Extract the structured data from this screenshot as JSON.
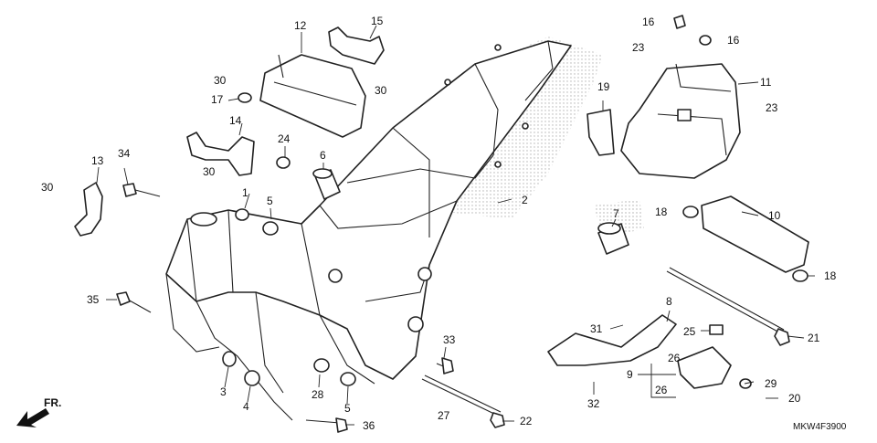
{
  "diagram": {
    "code": "MKW4F3900",
    "direction_label": "FR.",
    "callouts": [
      {
        "id": "c1",
        "label": "1"
      },
      {
        "id": "c2",
        "label": "2"
      },
      {
        "id": "c3",
        "label": "3"
      },
      {
        "id": "c4",
        "label": "4"
      },
      {
        "id": "c5a",
        "label": "5"
      },
      {
        "id": "c5b",
        "label": "5"
      },
      {
        "id": "c6",
        "label": "6"
      },
      {
        "id": "c7",
        "label": "7"
      },
      {
        "id": "c8",
        "label": "8"
      },
      {
        "id": "c9",
        "label": "9"
      },
      {
        "id": "c10",
        "label": "10"
      },
      {
        "id": "c11",
        "label": "11"
      },
      {
        "id": "c12",
        "label": "12"
      },
      {
        "id": "c13",
        "label": "13"
      },
      {
        "id": "c14",
        "label": "14"
      },
      {
        "id": "c15",
        "label": "15"
      },
      {
        "id": "c16a",
        "label": "16"
      },
      {
        "id": "c16b",
        "label": "16"
      },
      {
        "id": "c17",
        "label": "17"
      },
      {
        "id": "c18a",
        "label": "18"
      },
      {
        "id": "c18b",
        "label": "18"
      },
      {
        "id": "c19",
        "label": "19"
      },
      {
        "id": "c20",
        "label": "20"
      },
      {
        "id": "c21",
        "label": "21"
      },
      {
        "id": "c22",
        "label": "22"
      },
      {
        "id": "c23a",
        "label": "23"
      },
      {
        "id": "c23b",
        "label": "23"
      },
      {
        "id": "c24",
        "label": "24"
      },
      {
        "id": "c25",
        "label": "25"
      },
      {
        "id": "c26a",
        "label": "26"
      },
      {
        "id": "c26b",
        "label": "26"
      },
      {
        "id": "c27",
        "label": "27"
      },
      {
        "id": "c28",
        "label": "28"
      },
      {
        "id": "c29",
        "label": "29"
      },
      {
        "id": "c30a",
        "label": "30"
      },
      {
        "id": "c30b",
        "label": "30"
      },
      {
        "id": "c30c",
        "label": "30"
      },
      {
        "id": "c30d",
        "label": "30"
      },
      {
        "id": "c31",
        "label": "31"
      },
      {
        "id": "c32",
        "label": "32"
      },
      {
        "id": "c33",
        "label": "33"
      },
      {
        "id": "c34",
        "label": "34"
      },
      {
        "id": "c35",
        "label": "35"
      },
      {
        "id": "c36",
        "label": "36"
      }
    ]
  }
}
